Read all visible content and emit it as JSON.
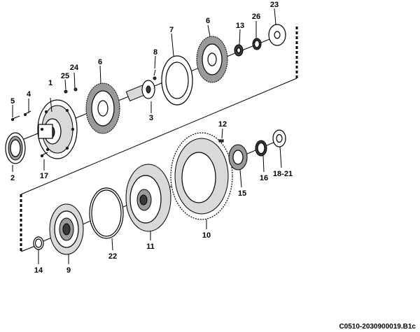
{
  "diagram": {
    "reference_code": "C0510-2030900019.B1c",
    "callouts": {
      "c1": "1",
      "c2": "2",
      "c3": "3",
      "c4": "4",
      "c5": "5",
      "c6a": "6",
      "c6b": "6",
      "c7": "7",
      "c8": "8",
      "c9": "9",
      "c10": "10",
      "c11": "11",
      "c12": "12",
      "c13": "13",
      "c14": "14",
      "c15": "15",
      "c16": "16",
      "c17": "17",
      "c18_21": "18-21",
      "c22": "22",
      "c23": "23",
      "c24": "24",
      "c25": "25",
      "c26": "26"
    }
  }
}
